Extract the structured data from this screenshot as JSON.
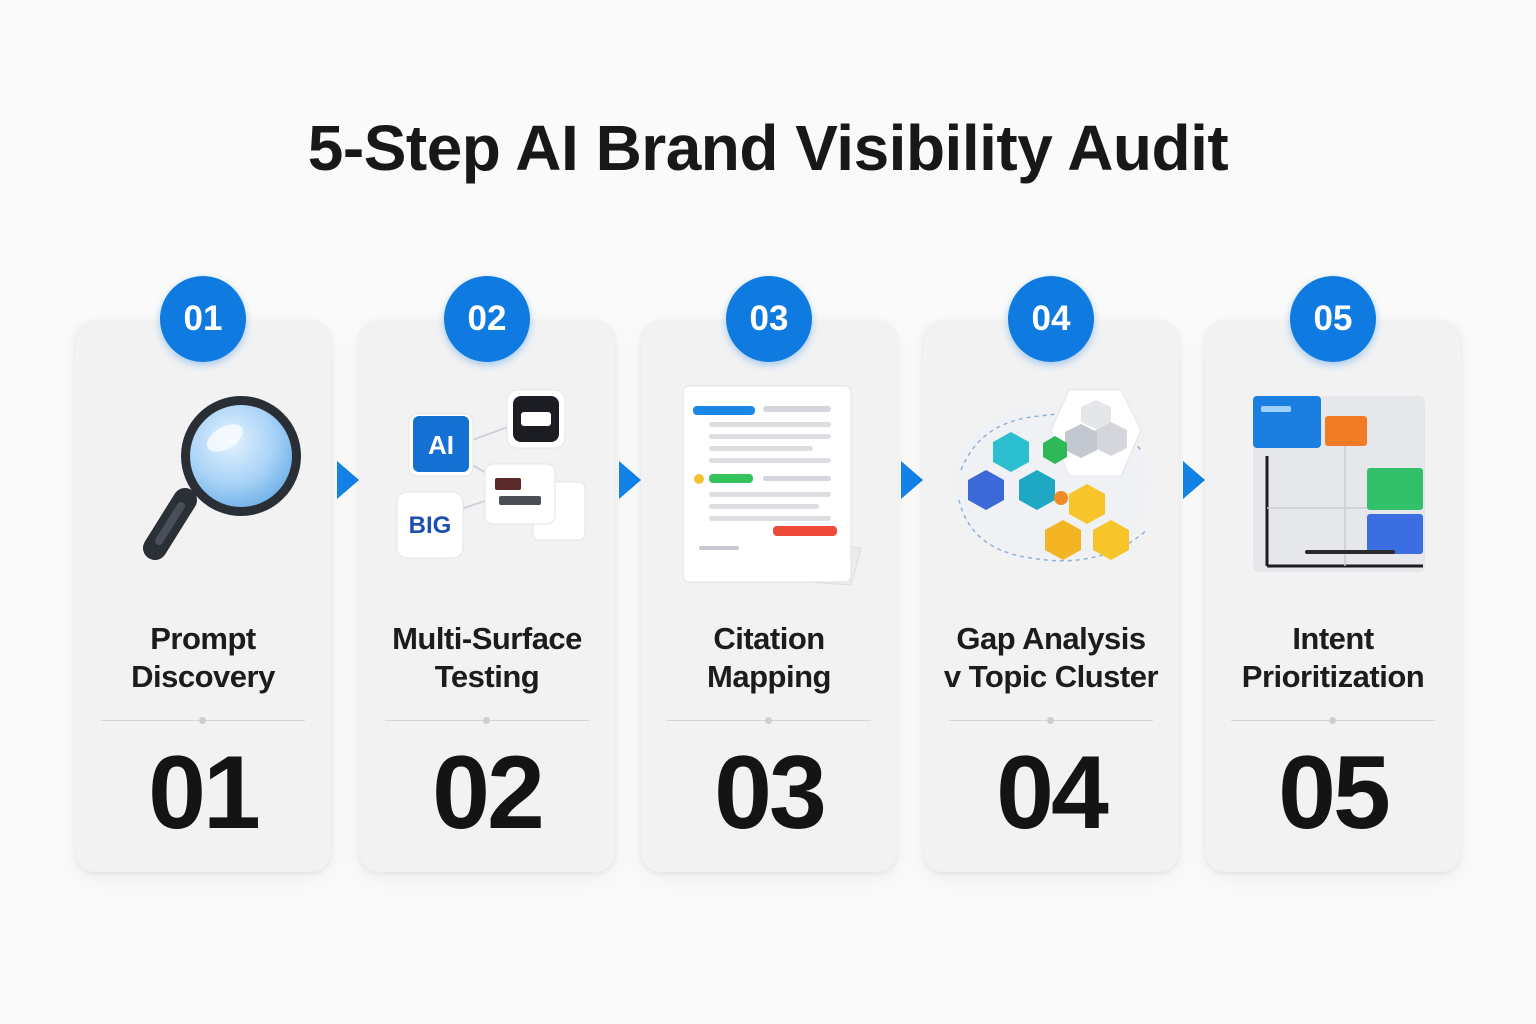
{
  "title": "5-Step AI Brand Visibility Audit",
  "accent_color": "#0f7ae0",
  "steps": [
    {
      "badge": "01",
      "label_line1": "Prompt",
      "label_line2": "Discovery",
      "number": "01",
      "icon": "magnifying-glass-icon"
    },
    {
      "badge": "02",
      "label_line1": "Multi-Surface",
      "label_line2": "Testing",
      "number": "02",
      "icon": "ai-platform-logos-icon",
      "logo_texts": [
        "AI",
        "BIG"
      ]
    },
    {
      "badge": "03",
      "label_line1": "Citation",
      "label_line2": "Mapping",
      "number": "03",
      "icon": "citation-document-icon"
    },
    {
      "badge": "04",
      "label_line1": "Gap Analysis",
      "label_line2": "v Topic Cluster",
      "number": "04",
      "icon": "topic-cluster-hexagons-icon"
    },
    {
      "badge": "05",
      "label_line1": "Intent",
      "label_line2": "Prioritization",
      "number": "05",
      "icon": "priority-matrix-icon"
    }
  ]
}
